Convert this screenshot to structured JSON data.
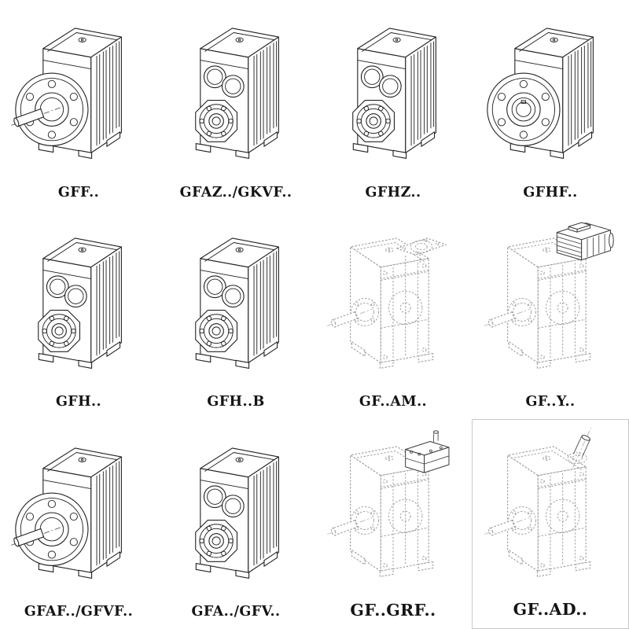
{
  "page": {
    "background": "#ffffff",
    "line_color": "#222222",
    "ghost_line_color": "#9a9a9a",
    "label_color": "#141414"
  },
  "cells": [
    {
      "label": "GFF..",
      "drawing": "helical-gearbox-output-flange-solid-shaft"
    },
    {
      "label": "GFAZ../GKVF..",
      "drawing": "helical-gearbox-hollow-shaft-housing-bores"
    },
    {
      "label": "GFHZ..",
      "drawing": "helical-gearbox-hollow-shaft-housing-bores"
    },
    {
      "label": "GFHF..",
      "drawing": "helical-gearbox-output-flange-hollow-shaft"
    },
    {
      "label": "GFH..",
      "drawing": "helical-gearbox-hollow-shaft-housing-bores"
    },
    {
      "label": "GFH..B",
      "drawing": "helical-gearbox-hollow-shaft-housing-bores"
    },
    {
      "label": "GF..AM..",
      "drawing": "gearbox-with-motor-adapter-flange-ghost-view"
    },
    {
      "label": "GF..Y..",
      "drawing": "gearbox-with-mounted-motor-ghost-view"
    },
    {
      "label": "GFAF../GFVF..",
      "drawing": "helical-gearbox-output-flange-solid-shaft"
    },
    {
      "label": "GFA../GFV..",
      "drawing": "helical-gearbox-hollow-shaft-housing-bores"
    },
    {
      "label": "GF..GRF..",
      "drawing": "gearbox-with-input-cover-ghost-view"
    },
    {
      "label": "GF..AD..",
      "drawing": "gearbox-with-input-shaft-ghost-view"
    }
  ]
}
